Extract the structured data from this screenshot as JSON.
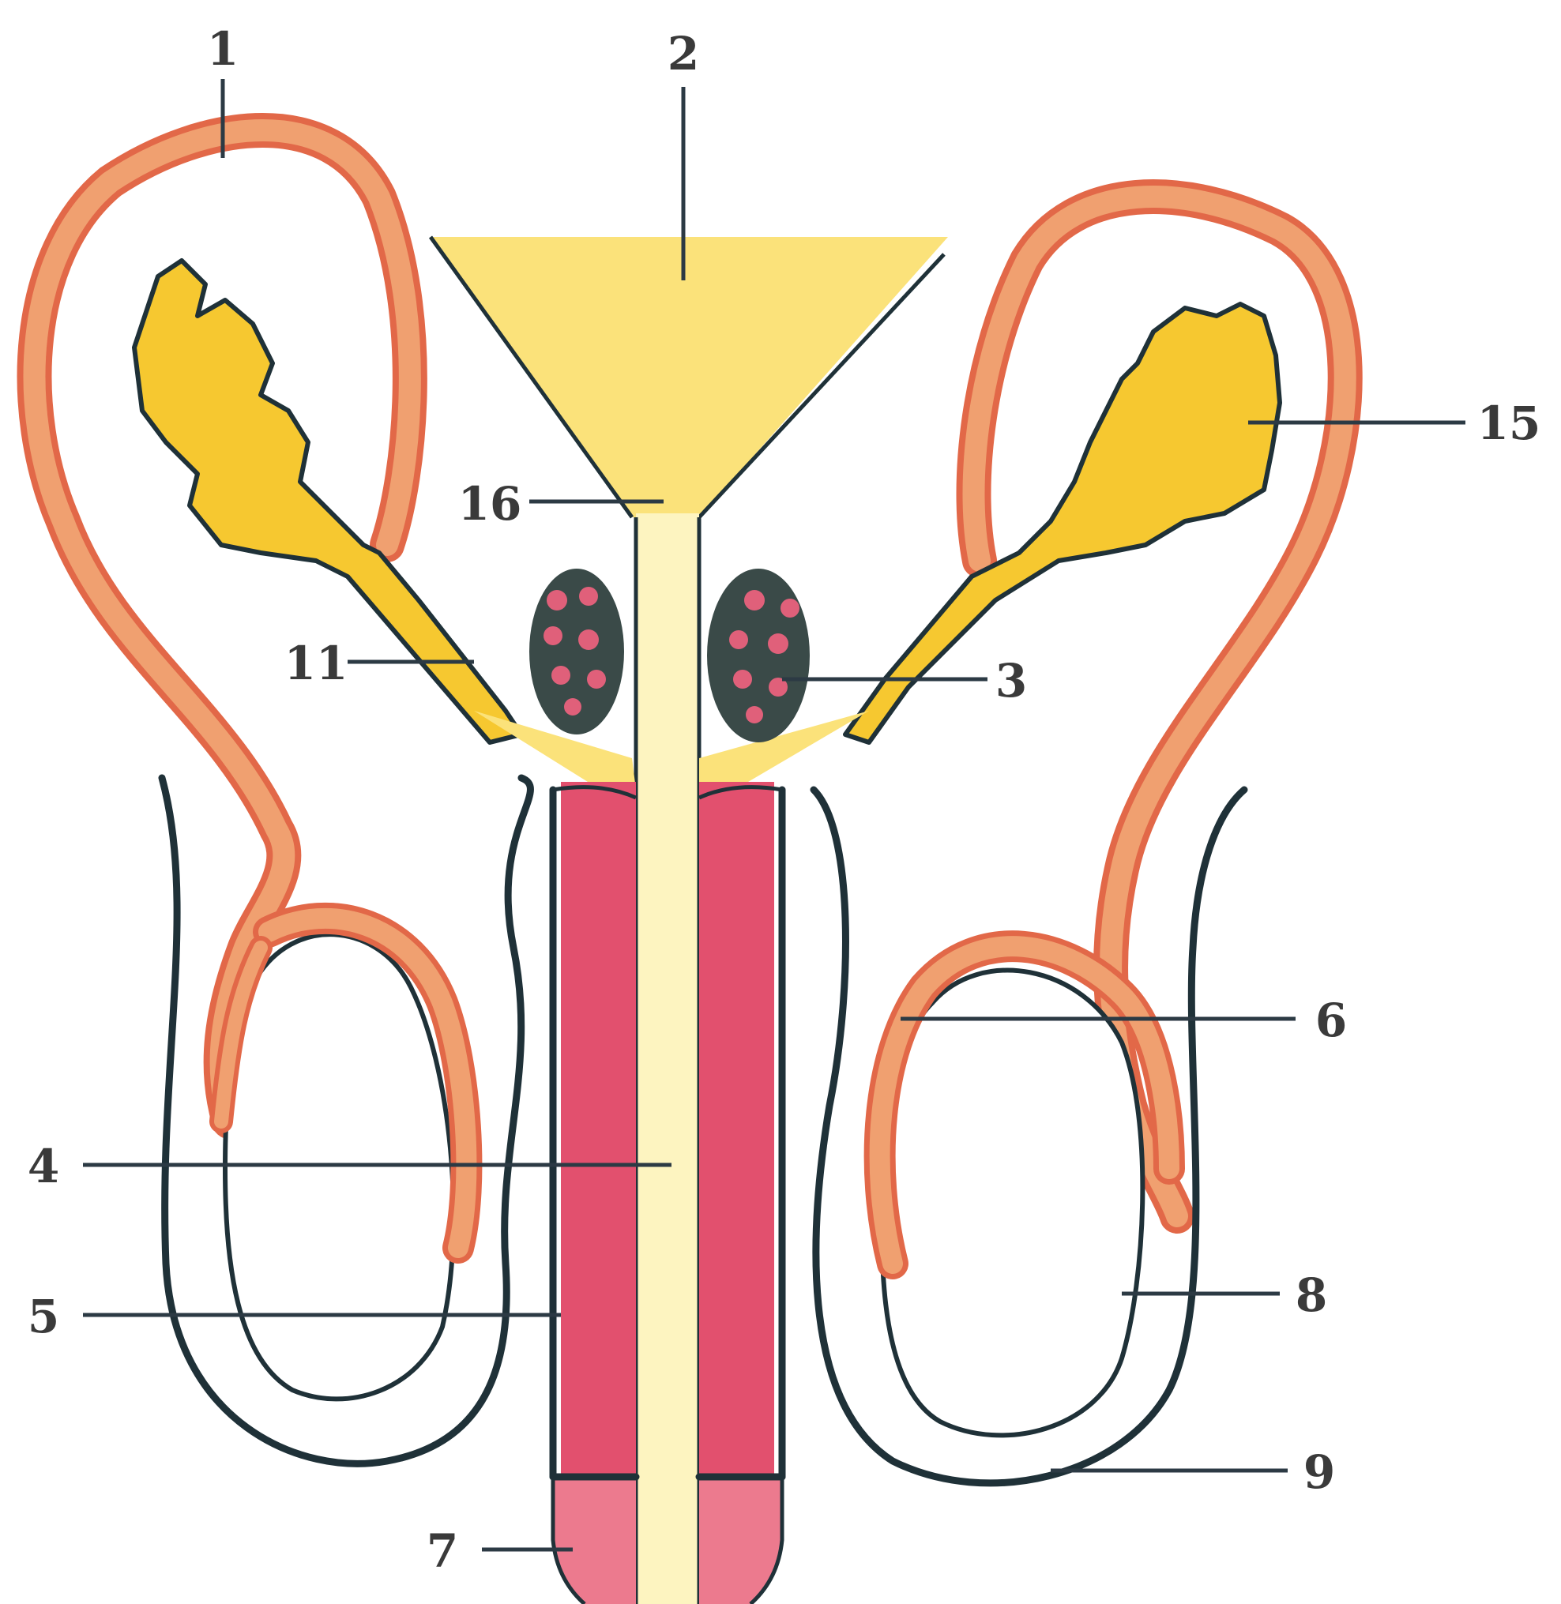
{
  "labels": {
    "l1": "1",
    "l2": "2",
    "l3": "3",
    "l4": "4",
    "l5": "5",
    "l6": "6",
    "l7": "7",
    "l8": "8",
    "l9": "9",
    "l11": "11",
    "l15": "15",
    "l16": "16"
  },
  "colors": {
    "vas_deferens": "#f0a070",
    "vas_deferens_edge": "#e26848",
    "bladder": "#fbe27a",
    "seminal_vesicle": "#f6c830",
    "urethra": "#fdf4c0",
    "corpus": "#e2506e",
    "gland": "#3a4a48",
    "gland_dots": "#e0607a",
    "outline": "#1f3138"
  }
}
